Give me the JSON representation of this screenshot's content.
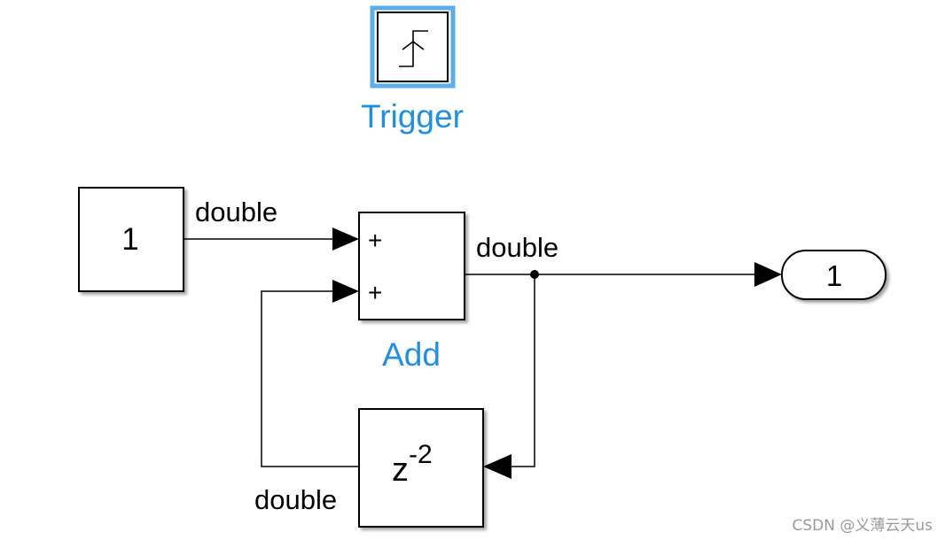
{
  "blocks": {
    "trigger": {
      "name": "Trigger"
    },
    "constant": {
      "value": "1"
    },
    "add": {
      "name": "Add",
      "port1_sign": "+",
      "port2_sign": "+"
    },
    "delay": {
      "base": "z",
      "exponent": "-2"
    },
    "outport": {
      "number": "1"
    }
  },
  "signals": {
    "constant_to_add": "double",
    "add_out": "double",
    "delay_out": "double"
  },
  "colors": {
    "selection": "#5aaeea",
    "block_name": "#1e8fe6",
    "line": "#000000"
  },
  "watermark": "CSDN @义薄云天us"
}
